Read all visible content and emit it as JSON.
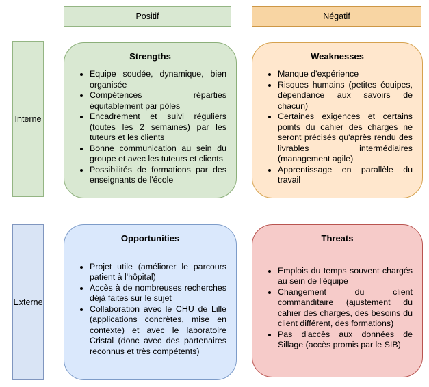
{
  "column_headers": [
    {
      "label": "Positif",
      "fill": "#d9e8d2",
      "border": "#94b583"
    },
    {
      "label": "Négatif",
      "fill": "#f8d5a3",
      "border": "#cd9746"
    }
  ],
  "row_headers": [
    {
      "label": "Interne",
      "fill": "#d9e8d2",
      "border": "#94b583"
    },
    {
      "label": "Externe",
      "fill": "#d9e4f5",
      "border": "#8096bf"
    }
  ],
  "quadrants": [
    {
      "title": "Strengths",
      "fill": "#d9e8d2",
      "border": "#8caf7a",
      "items": [
        "Equipe soudée, dynamique, bien organisée",
        "Compétences réparties équitablement par pôles",
        "Encadrement et suivi réguliers (toutes les 2 semaines) par les tuteurs et les clients",
        "Bonne communication au sein du groupe et avec les tuteurs et clients",
        "Possibilités de formations par des enseignants de l'école"
      ]
    },
    {
      "title": "Weaknesses",
      "fill": "#ffe7cd",
      "border": "#d6a24e",
      "items": [
        "Manque d'expérience",
        "Risques humains (petites équipes, dépendance aux savoirs de chacun)",
        "Certaines exigences et certains points du cahier des charges ne seront précisés qu'après rendu des livrables intermédiaires (management agile)",
        "Apprentissage en parallèle du travail"
      ]
    },
    {
      "title": "Opportunities",
      "fill": "#dae8fc",
      "border": "#7d9cc9",
      "items": [
        "Projet utile (améliorer le parcours patient à l'hôpital)",
        "Accès à de nombreuses recherches déjà faites sur le sujet",
        "Collaboration avec le CHU de Lille (applications concrètes, mise en contexte) et avec le laboratoire Cristal (donc avec des partenaires reconnus et très compétents)"
      ]
    },
    {
      "title": "Threats",
      "fill": "#f6cbc9",
      "border": "#b85450",
      "items": [
        "Emplois du temps souvent chargés au sein de l'équipe",
        "Changement du client commanditaire (ajustement du cahier des charges, des besoins du client différent, des formations)",
        "Pas d'accès aux données de Sillage (accès promis par le SIB)"
      ]
    }
  ]
}
